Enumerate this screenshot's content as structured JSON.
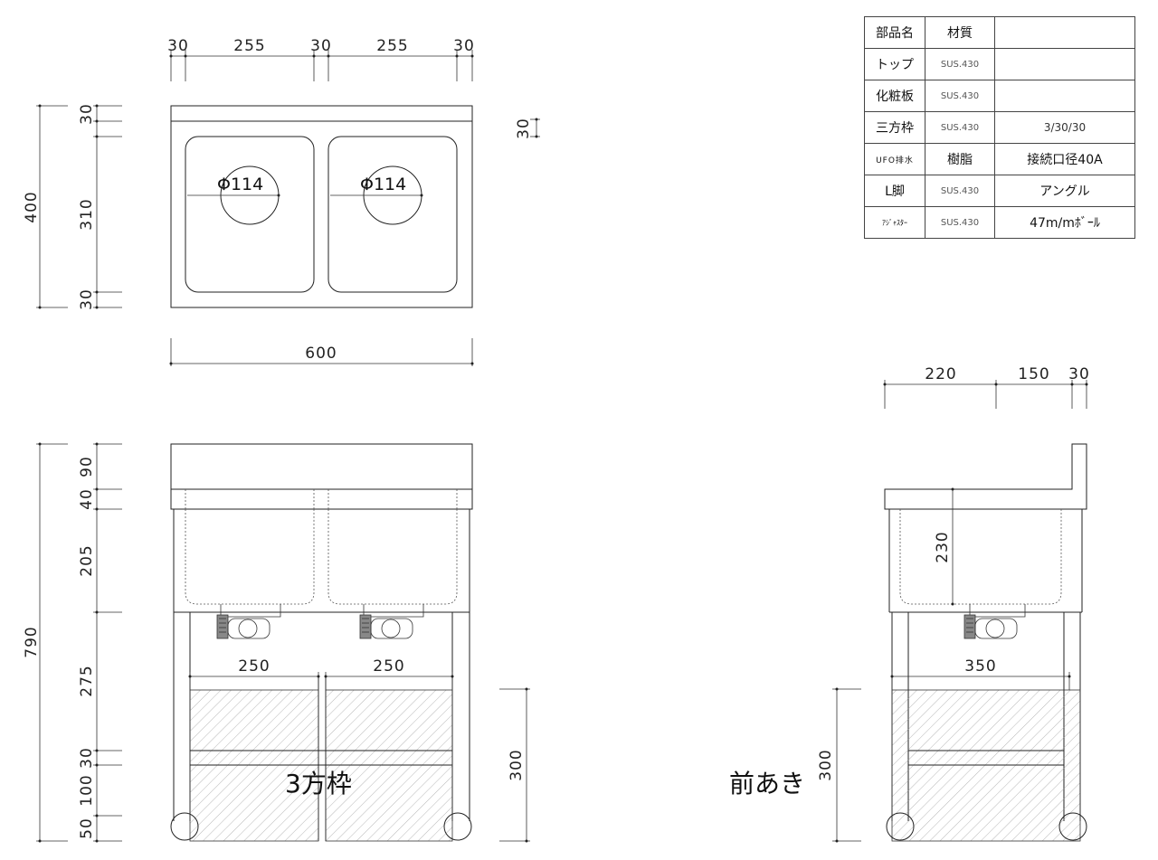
{
  "table": {
    "header": [
      "部品名",
      "材質",
      ""
    ],
    "rows": [
      [
        "トップ",
        "SUS.430",
        ""
      ],
      [
        "化粧板",
        "SUS.430",
        ""
      ],
      [
        "三方枠",
        "SUS.430",
        "3/30/30"
      ],
      [
        "UFO排水",
        "樹脂",
        "接続口径40A"
      ],
      [
        "L脚",
        "SUS.430",
        "アングル"
      ],
      [
        "ｱｼﾞｬｽﾀｰ",
        "SUS.430",
        "47m/mﾎﾞｰﾙ"
      ]
    ]
  },
  "plan": {
    "top_dims": [
      "30",
      "255",
      "30",
      "255",
      "30"
    ],
    "left_dims": [
      "400",
      "30",
      "310",
      "30"
    ],
    "bottom_dim": "600",
    "side_dim": "30",
    "drain_labels": [
      "Φ114",
      "Φ114"
    ]
  },
  "front": {
    "left_dims": [
      "790",
      "90",
      "40",
      "205",
      "275",
      "30",
      "100",
      "50"
    ],
    "shelf_dims": [
      "250",
      "250"
    ],
    "right_dim": "300",
    "caption": "3方枠"
  },
  "side": {
    "top_dims": [
      "220",
      "150",
      "30"
    ],
    "sink_dim": "230",
    "shelf_dim": "350",
    "left_dim": "300",
    "caption": "前あき"
  }
}
